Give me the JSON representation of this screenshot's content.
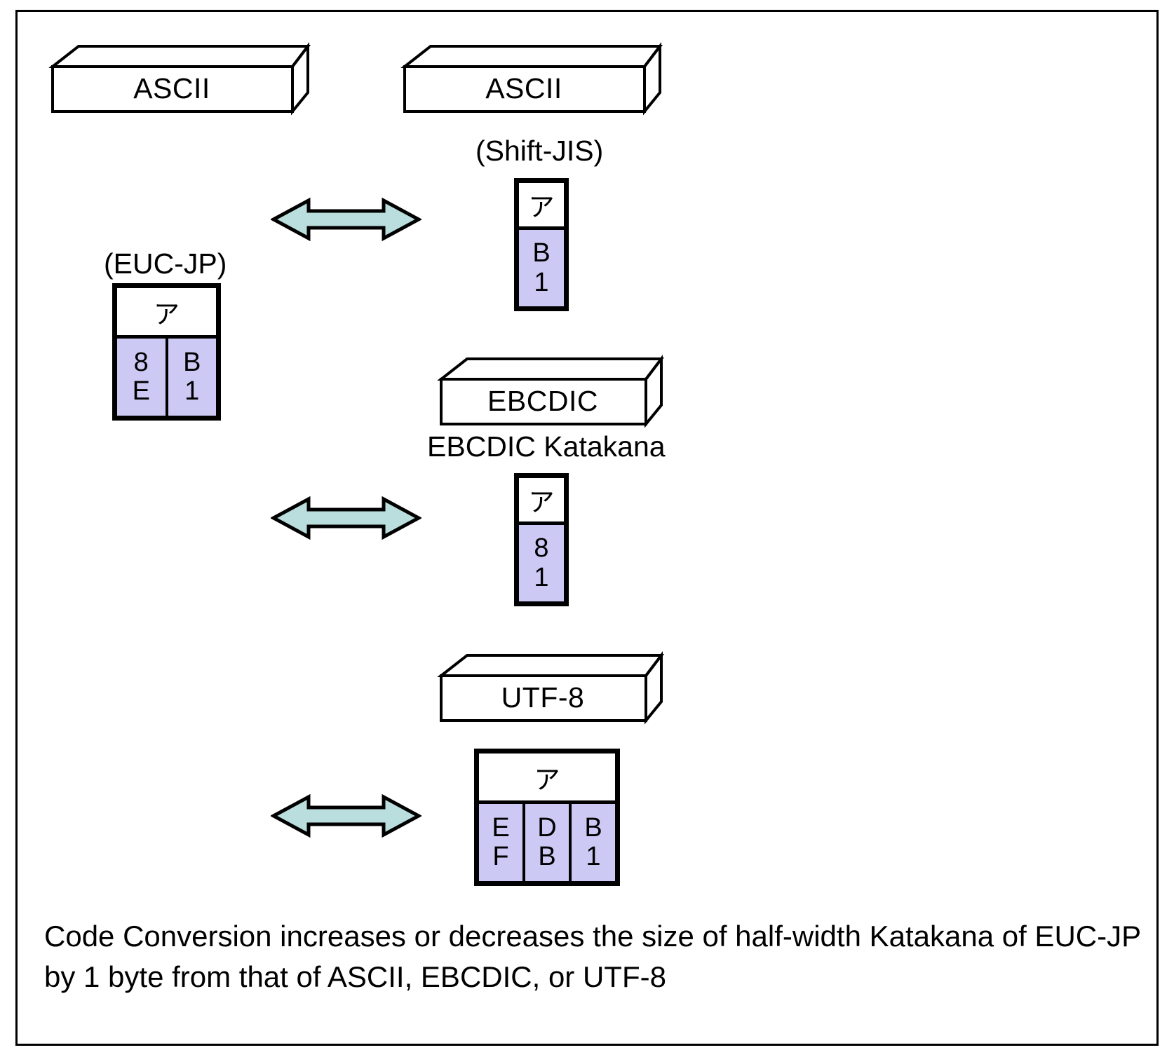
{
  "diagram": {
    "title_note_line1": "Code Conversion increases or decreases the size of half-width Katakana of EUC-JP",
    "title_note_line2": "by 1 byte from that of ASCII, EBCDIC, or UTF-8",
    "colors": {
      "byte_fill": "#ccc9f5",
      "arrow_fill": "#b9dedd",
      "outline": "#000000",
      "background": "#ffffff"
    },
    "slabs": [
      {
        "label": "ASCII"
      },
      {
        "label": "ASCII"
      },
      {
        "label": "EBCDIC"
      },
      {
        "label": "UTF-8"
      }
    ],
    "encodings": [
      {
        "name": "euc-jp",
        "label": "(EUC-JP)",
        "character": "ア",
        "bytes": [
          {
            "hi": "8",
            "lo": "E"
          },
          {
            "hi": "B",
            "lo": "1"
          }
        ]
      },
      {
        "name": "shift-jis",
        "label": "(Shift-JIS)",
        "character": "ア",
        "bytes": [
          {
            "hi": "B",
            "lo": "1"
          }
        ]
      },
      {
        "name": "ebcdic-katakana",
        "label": "EBCDIC Katakana",
        "character": "ア",
        "bytes": [
          {
            "hi": "8",
            "lo": "1"
          }
        ]
      },
      {
        "name": "utf-8",
        "label": "",
        "character": "ア",
        "bytes": [
          {
            "hi": "E",
            "lo": "F"
          },
          {
            "hi": "D",
            "lo": "B"
          },
          {
            "hi": "B",
            "lo": "1"
          }
        ]
      }
    ],
    "arrows": [
      {
        "name": "arrow-eucjp-shiftjis",
        "direction": "bidirectional"
      },
      {
        "name": "arrow-eucjp-ebcdic",
        "direction": "bidirectional"
      },
      {
        "name": "arrow-eucjp-utf8",
        "direction": "bidirectional"
      }
    ]
  }
}
